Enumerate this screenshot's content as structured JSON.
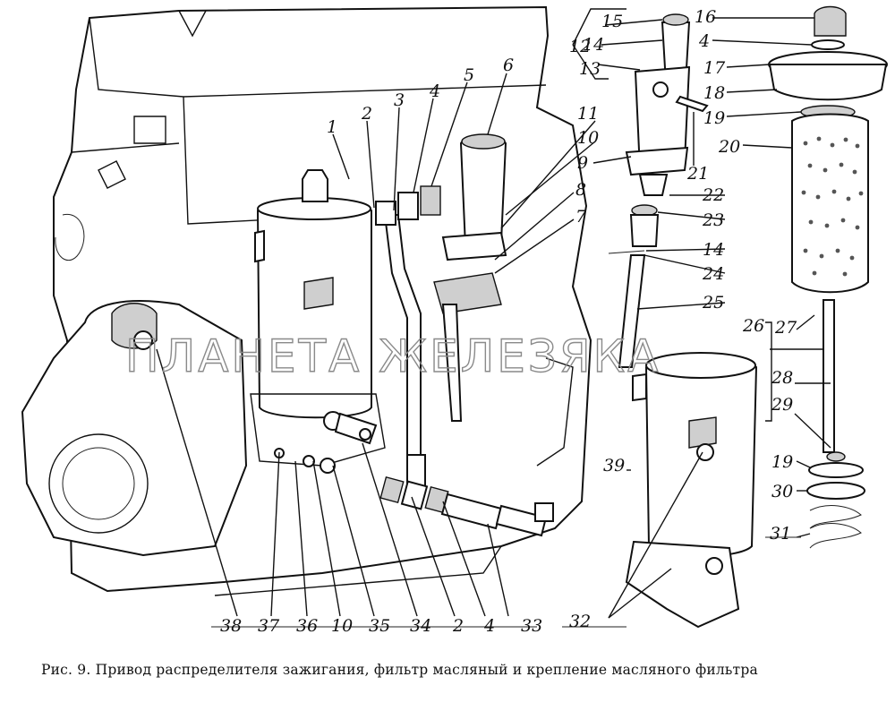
{
  "caption": "Рис. 9. Привод распределителя зажигания, фильтр масляный и крепление масляного фильтра",
  "watermark": "ПЛАНЕТА ЖЕЛЕЗЯКА",
  "callouts": {
    "c1": "1",
    "c2a": "2",
    "c3": "3",
    "c4a": "4",
    "c5": "5",
    "c6": "6",
    "c7": "7",
    "c8": "8",
    "c9": "9",
    "c10a": "10",
    "c11": "11",
    "c12": "12",
    "c13": "13",
    "c14a": "14",
    "c15": "15",
    "c16": "16",
    "c4b": "4",
    "c17": "17",
    "c18": "18",
    "c19a": "19",
    "c20": "20",
    "c21": "21",
    "c22": "22",
    "c23": "23",
    "c14b": "14",
    "c24": "24",
    "c25": "25",
    "c26": "26",
    "c27": "27",
    "c28": "28",
    "c29": "29",
    "c19b": "19",
    "c30": "30",
    "c31": "31",
    "c32": "32",
    "c33": "33",
    "c4c": "4",
    "c2b": "2",
    "c34": "34",
    "c35": "35",
    "c10b": "10",
    "c36": "36",
    "c37": "37",
    "c38": "38",
    "c39": "39"
  }
}
